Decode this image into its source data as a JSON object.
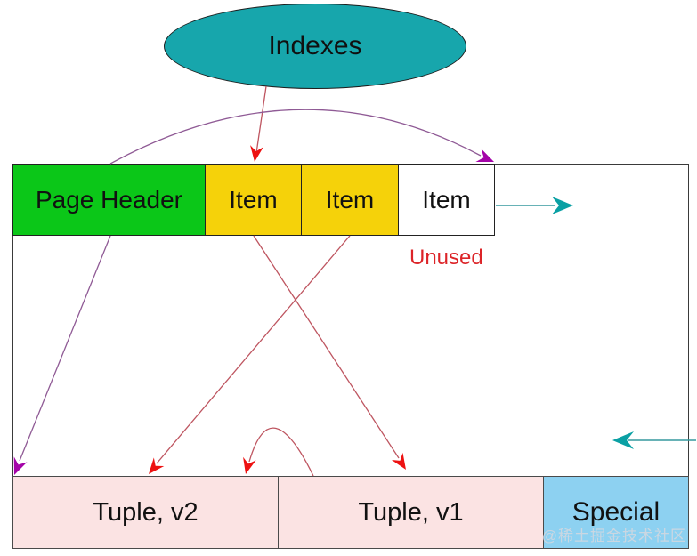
{
  "diagram": {
    "ellipse_label": "Indexes",
    "page_header_label": "Page Header",
    "item_labels": [
      "Item",
      "Item",
      "Item"
    ],
    "unused_label": "Unused",
    "tuple_v2_label": "Tuple, v2",
    "tuple_v1_label": "Tuple, v1",
    "special_label": "Special",
    "watermark": "@稀土掘金技术社区",
    "arrows": [
      {
        "name": "indexes-to-item1",
        "color": "red"
      },
      {
        "name": "pageheader-curve-to-item3-top",
        "color": "purple"
      },
      {
        "name": "pageheader-to-tuple-v2-corner",
        "color": "purple"
      },
      {
        "name": "item1-to-tuple-v1",
        "color": "red"
      },
      {
        "name": "item2-to-tuple-v2",
        "color": "red"
      },
      {
        "name": "tuple-v1-to-tuple-v2",
        "color": "red"
      },
      {
        "name": "item3-to-free-space-right",
        "color": "teal"
      },
      {
        "name": "right-edge-to-free-space-left",
        "color": "teal"
      }
    ]
  },
  "colors": {
    "teal_fill": "#17A6AC",
    "green_fill": "#0BC718",
    "yellow_fill": "#F5D20A",
    "pink_fill": "#FBE3E3",
    "blue_fill": "#8DD1F1",
    "red_text": "#DC2428",
    "red_line": "#BE5560",
    "red_head": "#ED1111",
    "purple_line": "#8F5A95",
    "purple_head": "#A404A8",
    "teal_line": "#35999E",
    "teal_head": "#0AA0A4",
    "watermark_color": "#D3D8E0"
  }
}
